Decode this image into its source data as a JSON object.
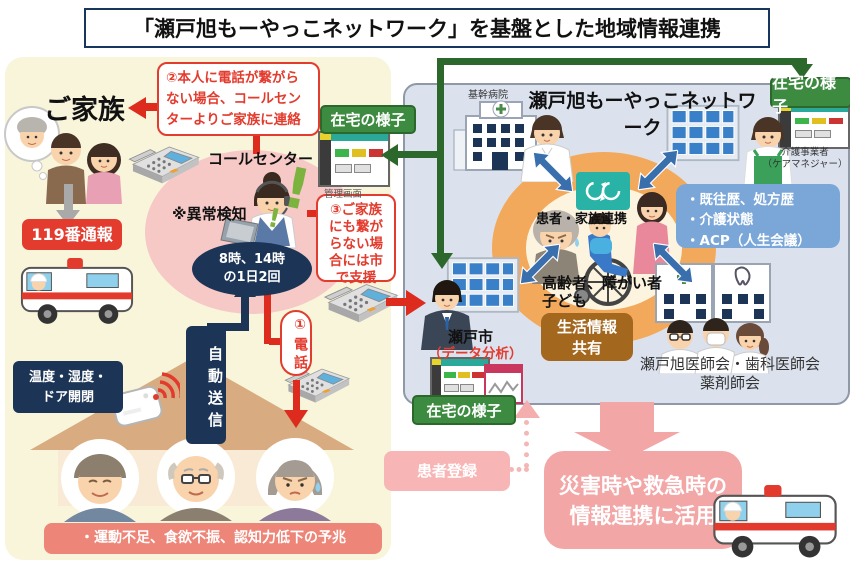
{
  "title": "「瀬戸旭もーやっこネットワーク」を基盤とした地域情報連携",
  "left_panel": {
    "family_label": "ご家族",
    "note2_text": "②本人に電話が繋がら\nない場合、コールセン\nターよりご家族に連絡",
    "call_center_label": "コールセンター",
    "anomaly_label": "※異常検知",
    "emergency_call_label": "119番通報",
    "schedule_text": "8時、14時\nの1日2回",
    "note3_text": "③ご家族\nにも繋が\nらない場\n合には市\nで支援",
    "step1_label": "①電話",
    "auto_send_label": "自動送信",
    "sensor_box_text": "温度・湿度・\nドア開閉",
    "home_status_label": "在宅の様子",
    "admin_screen_label": "管理画面",
    "symptoms_label": "・運動不足、食欲不振、認知力低下の予兆"
  },
  "right_panel": {
    "network_title": "瀬戸旭もーやっこネットワーク",
    "hospital_label": "基幹病院",
    "home_status_top_label": "在宅の様子",
    "care_provider_text": "介護事業者\n（ケアマネジャー）",
    "hub_label": "患者・家族連携",
    "targets_text": "高齢者、障がい者\n子ども",
    "info_box_items": [
      "・既往歴、処方歴",
      "・介護状態",
      "・ACP（人生会議）"
    ],
    "life_info_text": "生活情報\n共有",
    "seto_city_label": "瀬戸市",
    "data_analysis_label": "（データ分析）",
    "home_status_bottom_label": "在宅の様子",
    "associations_text": "瀬戸旭医師会・歯科医師会\n薬剤師会"
  },
  "footer": {
    "patient_registration_label": "患者登録",
    "disaster_text": "災害時や救急時の\n情報連携に活用"
  },
  "icons": {
    "alert_glyph": "!"
  },
  "colors": {
    "accent_red": "#dd2c1e",
    "dark_green": "#2c682c",
    "navy": "#1c3557",
    "pink": "#f3a6a6",
    "info_blue": "#7aa6d8",
    "brown": "#a4671e",
    "teal": "#29b3a6",
    "orange_ring": "#f3a95c"
  }
}
